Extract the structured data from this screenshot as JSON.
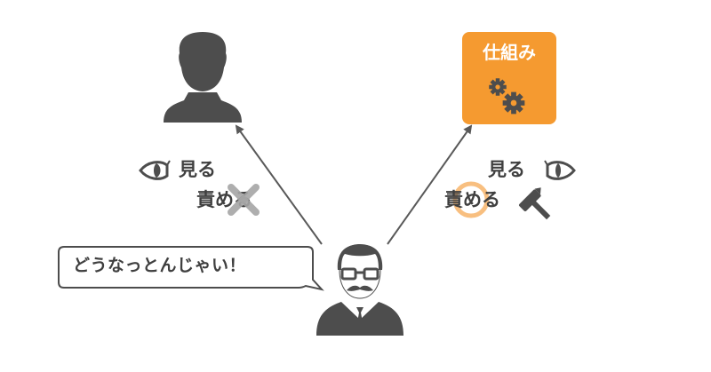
{
  "left_target": {
    "name": "person-silhouette",
    "labels": {
      "see": "見る",
      "blame": "責める"
    },
    "blame_status": "crossed-out"
  },
  "right_target": {
    "title": "仕組み",
    "icon": "gears-icon",
    "labels": {
      "see": "見る",
      "blame": "責める"
    },
    "blame_status": "highlighted",
    "tool_icon": "hammer-icon"
  },
  "speaker": {
    "icon": "businessman-with-glasses-and-mustache",
    "speech": "どうなっとんじゃい！"
  },
  "colors": {
    "icon_gray": "#4d4d4d",
    "text": "#3f3f3f",
    "accent_orange": "#f59a30",
    "highlight_circle": "#f7b46a",
    "cross_gray": "#a6a6a6",
    "arrow": "#595959"
  }
}
